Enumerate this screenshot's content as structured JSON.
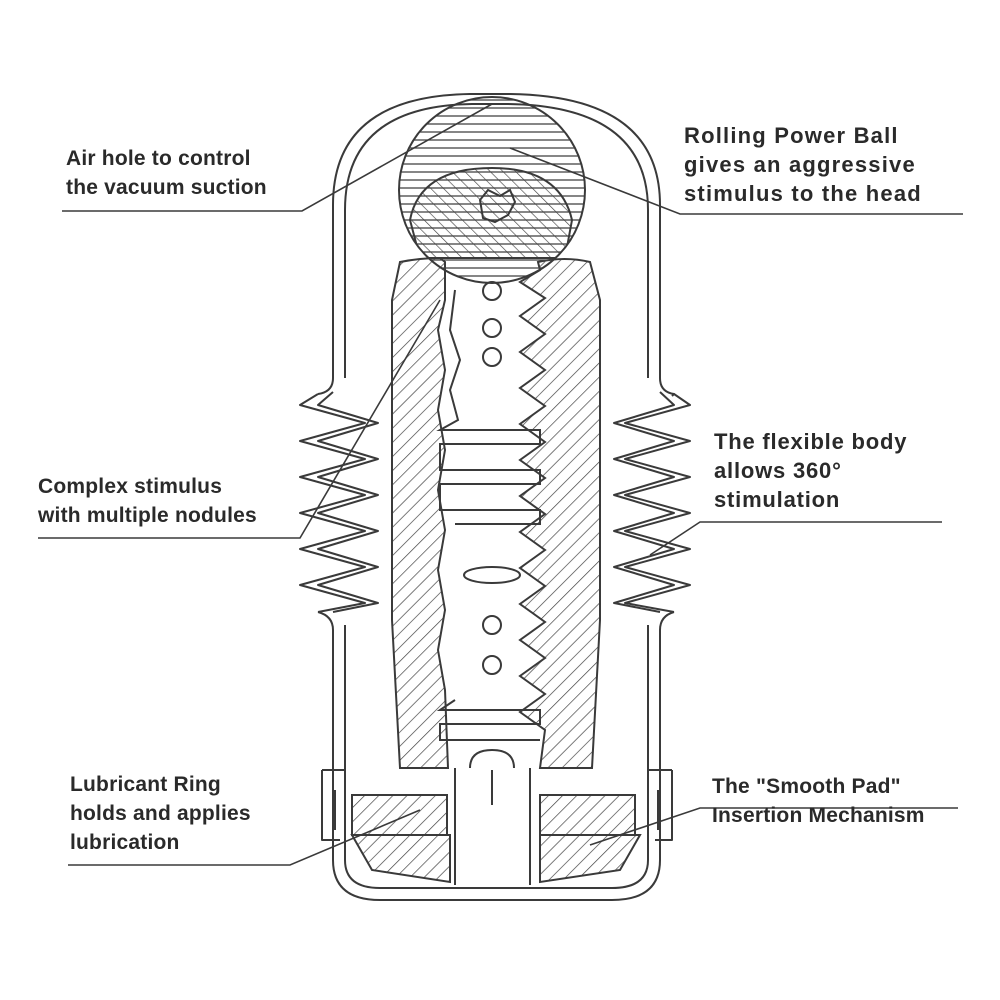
{
  "diagram": {
    "labels": {
      "air_hole": [
        "Air hole to control",
        "the vacuum suction"
      ],
      "power_ball": [
        "Rolling Power Ball",
        "gives an aggressive",
        "stimulus to the head"
      ],
      "complex_stimulus": [
        "Complex stimulus",
        "with multiple nodules"
      ],
      "flexible_body": [
        "The flexible body",
        "allows 360°",
        "stimulation"
      ],
      "lubricant_ring": [
        "Lubricant Ring",
        "holds and applies",
        "lubrication"
      ],
      "smooth_pad": [
        "The \"Smooth Pad\"",
        "Insertion Mechanism"
      ]
    },
    "colors": {
      "line": "#3a3a3a",
      "text": "#2a2a2a",
      "background": "#ffffff"
    }
  }
}
